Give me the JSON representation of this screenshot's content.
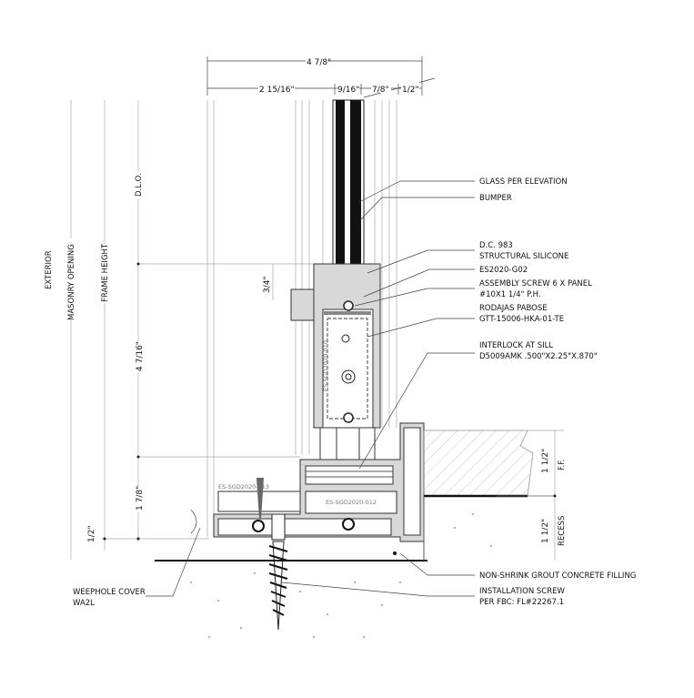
{
  "dimensions": {
    "top_overall": "4 7/8\"",
    "top_parts": [
      "2 15/16\"",
      "9/16\"",
      "7/8\"",
      "1/2\""
    ],
    "dlo": "D.L.O.",
    "frame_upper": "4 7/16\"",
    "frame_lower": "1 7/8\"",
    "bumper_offset": "3/4\"",
    "sill_offset": "1/2\"",
    "ff": [
      "1 1/2\"",
      "F.F."
    ],
    "recess": [
      "1 1/2\"",
      "RECESS"
    ]
  },
  "vertical_labels": {
    "exterior": "EXTERIOR",
    "masonry_opening": "MASONRY OPENING",
    "frame_height": "FRAME HEIGHT"
  },
  "callouts": {
    "glass": "GLASS PER ELEVATION",
    "bumper": "BUMPER",
    "silicone": [
      "D.C. 983",
      "STRUCTURAL SILICONE"
    ],
    "es2020": "ES2020-G02",
    "assembly_screw": [
      "ASSEMBLY SCREW 6 X PANEL",
      "#10X1 1/4\" P.H."
    ],
    "rodajas": [
      "RODAJAS PABOSE",
      "GTT-15006-HKA-01-TE"
    ],
    "interlock": [
      "INTERLOCK AT SILL",
      "D5009AMK .500\"X2.25\"X.870\""
    ],
    "grout": "NON-SHRINK GROUT CONCRETE FILLING",
    "install_screw": [
      "INSTALLATION SCREW",
      "PER FBC: FL#22267.1"
    ],
    "weephole": [
      "WEEPHOLE COVER",
      "WA2L"
    ]
  },
  "part_labels": {
    "sill_013": "ES-SGD2020-013",
    "sill_012": "ES-SGD2020-012",
    "vertical_part": "ES-SGD2020-010"
  }
}
